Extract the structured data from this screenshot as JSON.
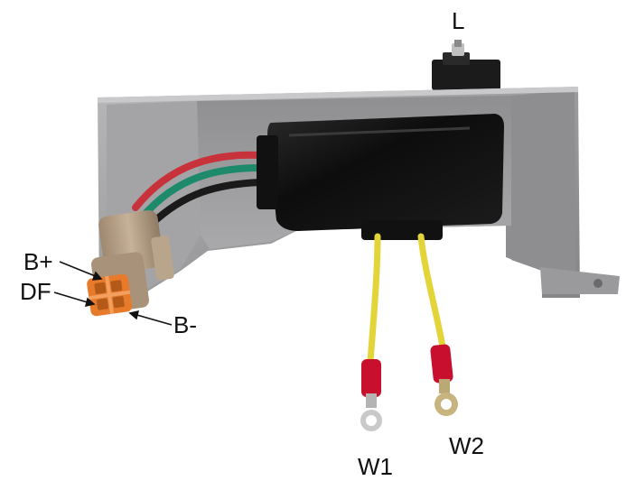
{
  "labels": {
    "L": "L",
    "B_plus": "B+",
    "DF": "DF",
    "B_minus": "B-",
    "W1": "W1",
    "W2": "W2"
  },
  "colors": {
    "housing": "#9c9c9e",
    "module": "#0d0d0d",
    "wire_red": "#c8323a",
    "wire_green": "#1e8a6c",
    "wire_black": "#1a1a1a",
    "wire_yellow": "#e3d43a",
    "terminal_red": "#c8102e",
    "connector_tan": "#b59e83",
    "connector_orange": "#e77b2b"
  }
}
